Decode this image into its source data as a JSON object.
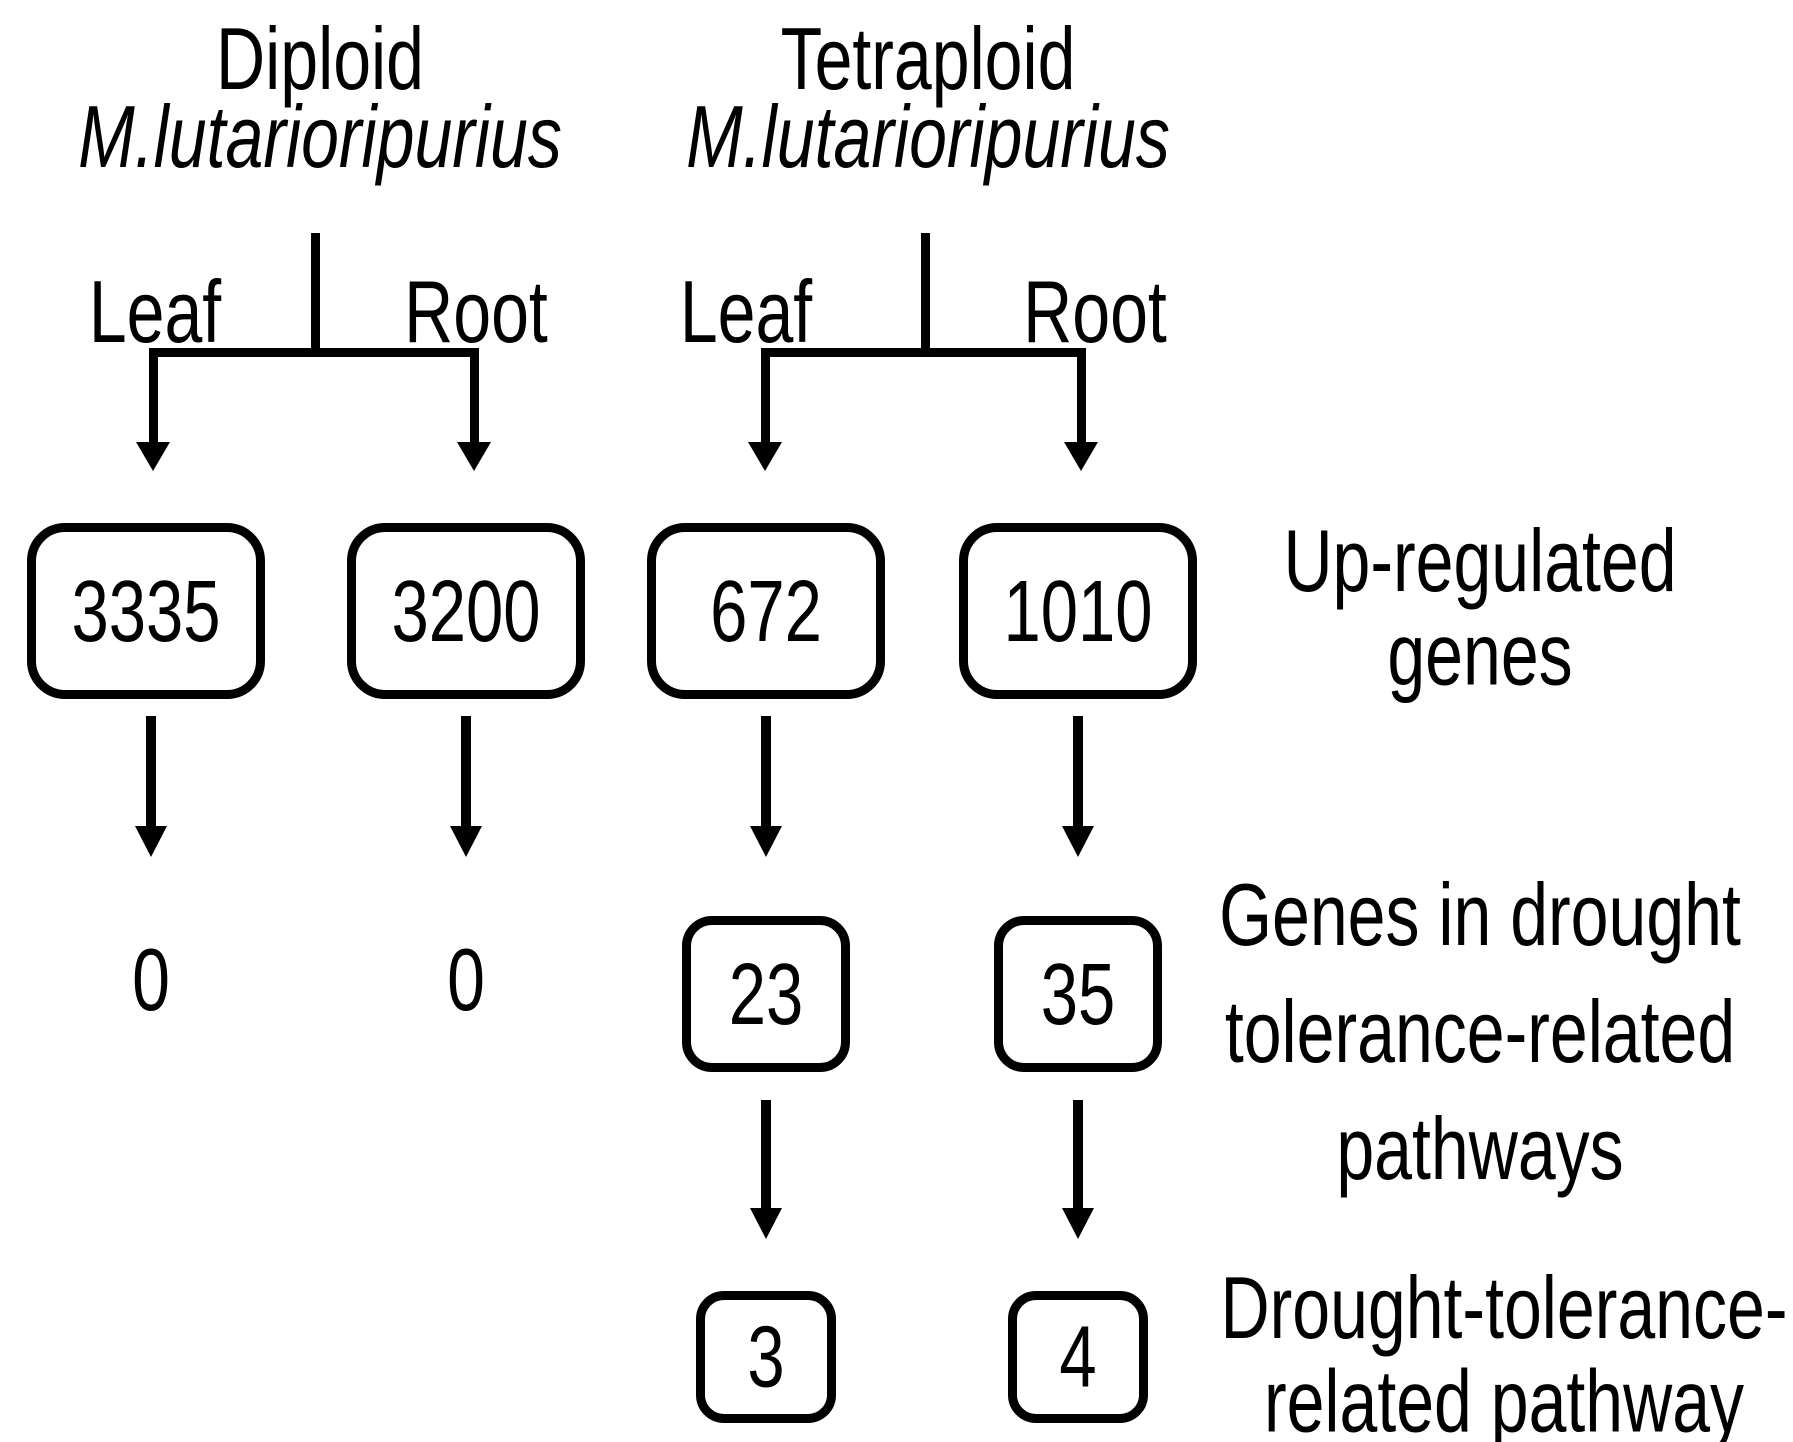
{
  "colors": {
    "ink": "#000000",
    "paper": "#ffffff"
  },
  "headers": {
    "diploid": {
      "title": "Diploid",
      "species": "M.lutarioripurius"
    },
    "tetraploid": {
      "title": "Tetraploid",
      "species": "M.lutarioripurius"
    }
  },
  "branches": {
    "diploid_leaf": "Leaf",
    "diploid_root": "Root",
    "tetraploid_leaf": "Leaf",
    "tetraploid_root": "Root"
  },
  "up_regulated": {
    "diploid_leaf": "3335",
    "diploid_root": "3200",
    "tetraploid_leaf": "672",
    "tetraploid_root": "1010"
  },
  "pathway_genes": {
    "diploid_leaf": "0",
    "diploid_root": "0",
    "tetraploid_leaf": "23",
    "tetraploid_root": "35"
  },
  "pathways": {
    "tetraploid_leaf": "3",
    "tetraploid_root": "4"
  },
  "row_labels": {
    "up_regulated": {
      "line1": "Up-regulated",
      "line2": "genes"
    },
    "pathway_genes": {
      "line1": "Genes in drought",
      "line2": "tolerance-related",
      "line3": "pathways"
    },
    "pathways": {
      "line1": "Drought-tolerance-",
      "line2": "related pathway"
    }
  }
}
